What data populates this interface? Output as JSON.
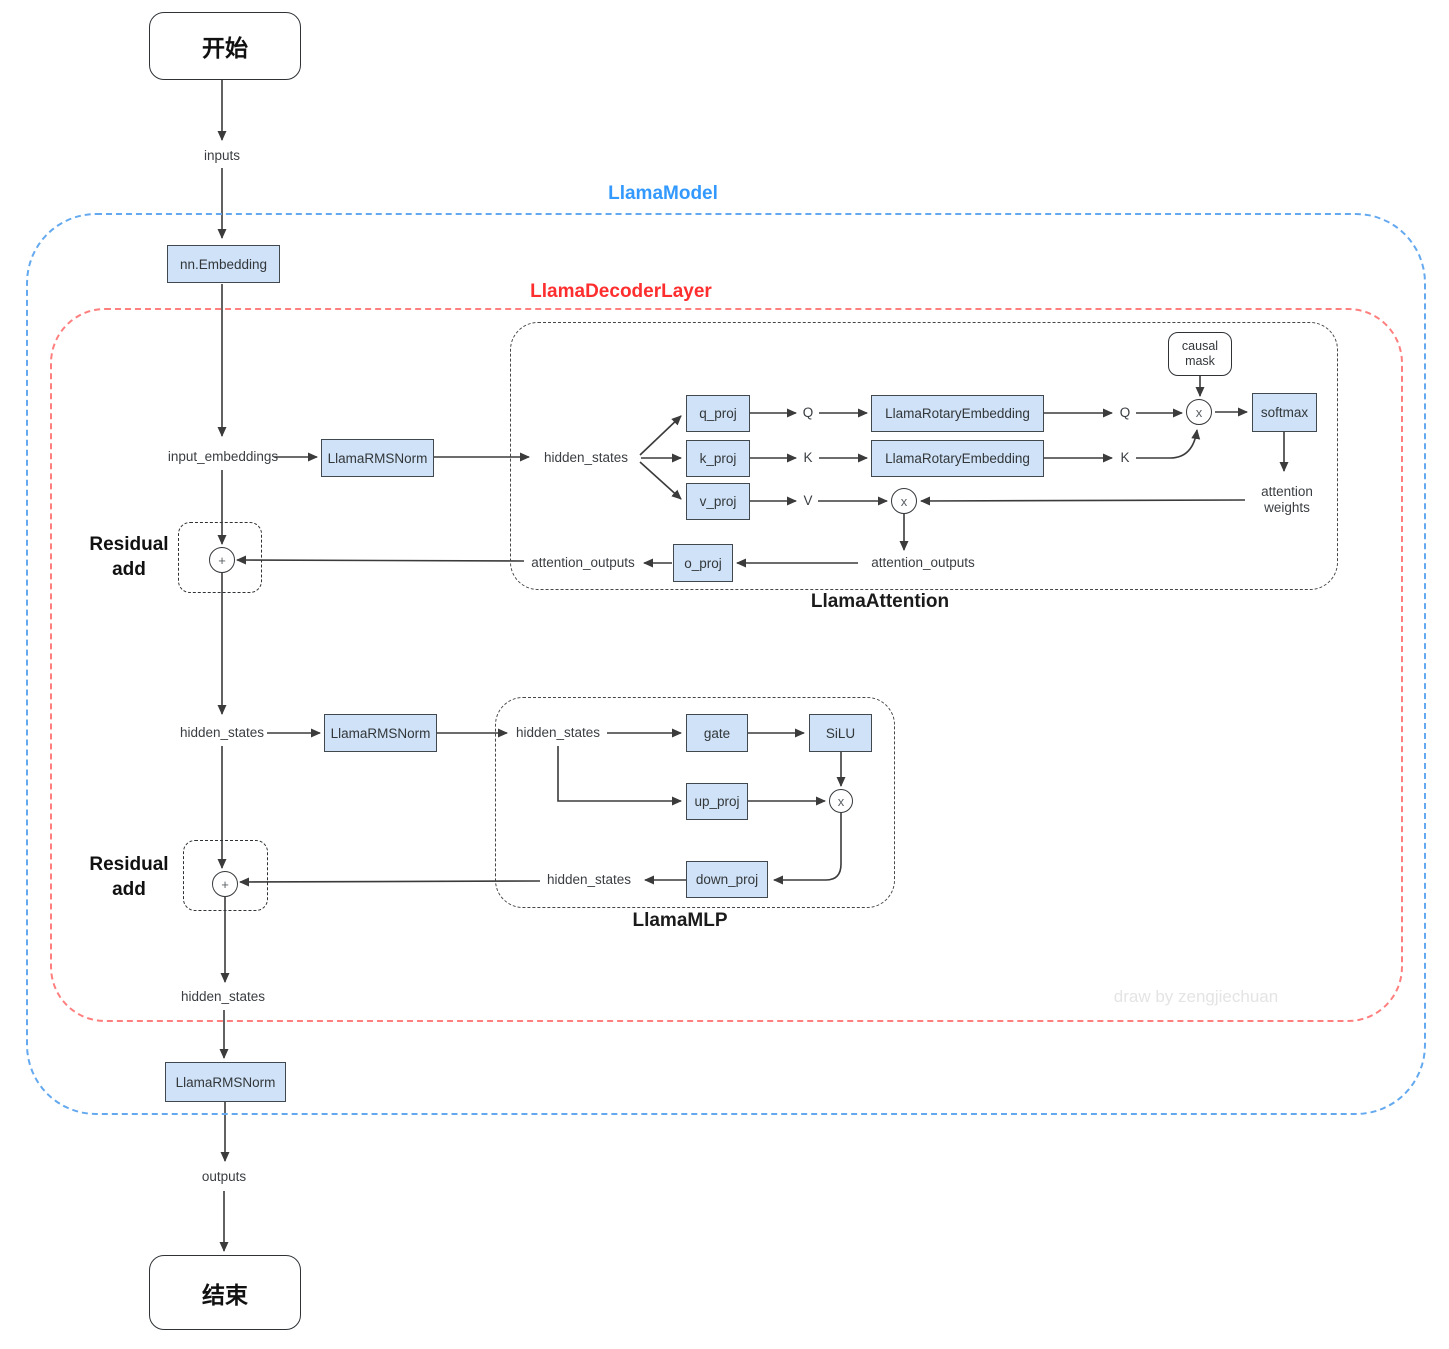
{
  "colors": {
    "node_fill": "#cfe2f7",
    "node_border": "#42494e",
    "model_blue": "#3399ff",
    "model_blue_dash": "#64a9ef",
    "decoder_red": "#ff2e2e",
    "decoder_red_dash": "#ff7f7f",
    "line_dark": "#3b3b3b",
    "watermark_gray": "#e4e4e4"
  },
  "containers": {
    "model_label": "LlamaModel",
    "decoder_label": "LlamaDecoderLayer",
    "attention_label": "LlamaAttention",
    "mlp_label": "LlamaMLP"
  },
  "labels": {
    "start": "开始",
    "end": "结束",
    "inputs": "inputs",
    "outputs": "outputs",
    "embedding": "nn.Embedding",
    "rmsnorm": "LlamaRMSNorm",
    "input_embeddings": "input_embeddings",
    "hidden_states": "hidden_states",
    "residual_add": "Residual add",
    "q_proj": "q_proj",
    "k_proj": "k_proj",
    "v_proj": "v_proj",
    "o_proj": "o_proj",
    "q": "Q",
    "k": "K",
    "v": "V",
    "rotary_embedding": "LlamaRotaryEmbedding",
    "causal_mask": "causal mask",
    "softmax": "softmax",
    "attention_weights": "attention weights",
    "attention_outputs": "attention_outputs",
    "gate": "gate",
    "silu": "SiLU",
    "up_proj": "up_proj",
    "down_proj": "down_proj",
    "plus": "+",
    "times": "x"
  },
  "watermark": "draw by zengjiechuan"
}
